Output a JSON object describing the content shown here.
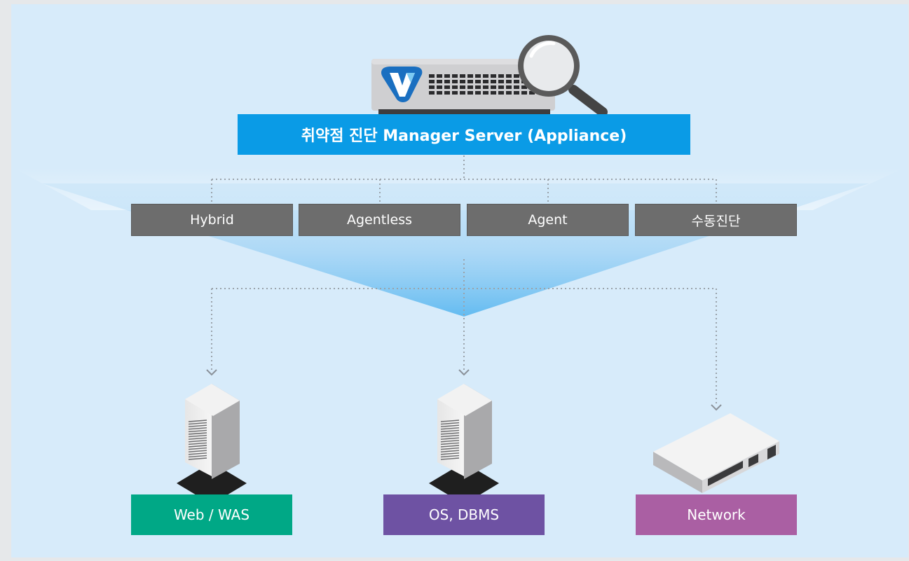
{
  "manager": {
    "label": "취약점 진단 Manager Server (Appliance)"
  },
  "methods": [
    {
      "label": "Hybrid"
    },
    {
      "label": "Agentless"
    },
    {
      "label": "Agent"
    },
    {
      "label": "수동진단"
    }
  ],
  "targets": [
    {
      "label": "Web / WAS",
      "color": "#00a886"
    },
    {
      "label": "OS, DBMS",
      "color": "#6e52a3"
    },
    {
      "label": "Network",
      "color": "#aa5fa3"
    }
  ],
  "icons": {
    "manager": "appliance-with-magnifier-icon",
    "web": "tower-server-icon",
    "os": "tower-server-icon",
    "network": "network-switch-icon"
  }
}
